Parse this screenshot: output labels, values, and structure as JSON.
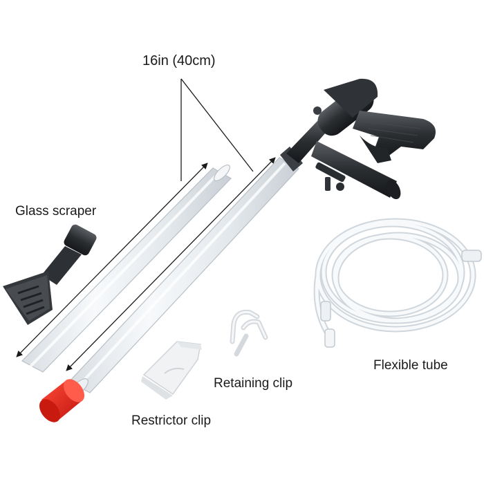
{
  "labels": {
    "dimension": "16in (40cm)",
    "glass_scraper": "Glass scraper",
    "retaining_clip": "Retaining clip",
    "restrictor_clip": "Restrictor clip",
    "flexible_tube": "Flexible tube"
  },
  "colors": {
    "background": "#ffffff",
    "tube_clear": "#e9edf1",
    "handle_dark": "#2b2e31",
    "restrictor_red": "#e8261c",
    "clip_white": "#f4f4f4",
    "text": "#1a1a1a"
  }
}
